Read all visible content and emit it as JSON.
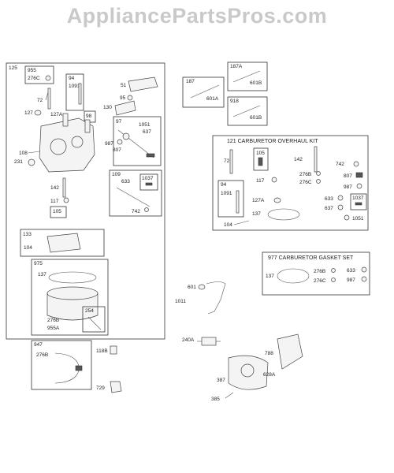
{
  "header": {
    "watermark": "AppliancePartsPros.com"
  },
  "main_box": {
    "label": "125",
    "parts": {
      "p955": "955",
      "p276c": "276C",
      "p72": "72",
      "p127": "127",
      "p94": "94",
      "p1091": "1091",
      "p127a": "127A",
      "p98": "98",
      "p97": "97",
      "p1051": "1051",
      "p637": "637",
      "p987": "987",
      "p807": "807",
      "p51": "51",
      "p95": "95",
      "p130": "130",
      "p108": "108",
      "p231": "231",
      "p109": "109",
      "p633": "633",
      "p1037": "1037",
      "p742": "742",
      "p142": "142",
      "p117": "117",
      "p105": "105",
      "p133": "133",
      "p104": "104",
      "p975": "975",
      "p137": "137",
      "p276b": "276B",
      "p955a": "955A",
      "p254": "254"
    }
  },
  "link_boxes": {
    "b187": {
      "label": "187",
      "part": "601A"
    },
    "b187a": {
      "label": "187A",
      "part": "601B"
    },
    "b918": {
      "label": "918",
      "part": "601B"
    }
  },
  "overhaul_kit": {
    "title": "121 CARBURETOR OVERHAUL KIT",
    "parts": {
      "p72": "72",
      "p105": "105",
      "p142": "142",
      "p742": "742",
      "p276b": "276B",
      "p807": "807",
      "p276c": "276C",
      "p987": "987",
      "p117": "117",
      "p94": "94",
      "p1091": "1091",
      "p127a": "127A",
      "p633": "633",
      "p637": "637",
      "p1037": "1037",
      "p137": "137",
      "p1051": "1051",
      "p104": "104"
    }
  },
  "gasket_set": {
    "title": "977 CARBURETOR GASKET SET",
    "parts": {
      "p137": "137",
      "p276b": "276B",
      "p633": "633",
      "p276c": "276C",
      "p987": "987"
    }
  },
  "loose_parts": {
    "p601": "601",
    "p1011": "1011",
    "p240a": "240A",
    "p788": "788",
    "p387": "387",
    "p628a": "628A",
    "p385": "385",
    "p118b": "118B",
    "p729": "729"
  },
  "box947": {
    "label": "947",
    "part": "276B"
  }
}
